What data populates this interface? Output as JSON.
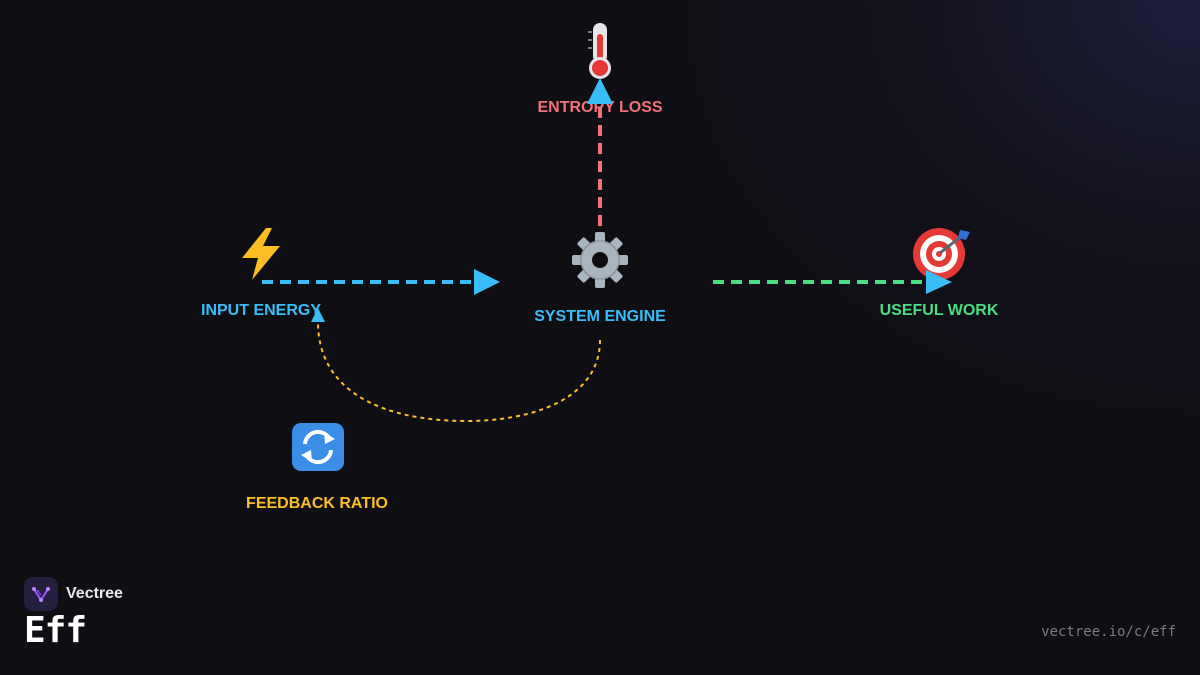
{
  "nodes": {
    "entropy": {
      "label": "ENTROPY LOSS",
      "icon": "thermometer-icon",
      "color": "#f07178"
    },
    "input": {
      "label": "INPUT ENERGY",
      "icon": "lightning-icon",
      "color": "#38bdf8"
    },
    "engine": {
      "label": "SYSTEM ENGINE",
      "icon": "gear-icon",
      "color": "#38bdf8"
    },
    "work": {
      "label": "USEFUL WORK",
      "icon": "target-icon",
      "color": "#4ade80"
    },
    "feedback": {
      "label": "FEEDBACK RATIO",
      "icon": "cycle-icon",
      "color": "#fbbf24"
    }
  },
  "connections": [
    {
      "from": "input",
      "to": "engine",
      "style": "dashed",
      "color": "#38bdf8"
    },
    {
      "from": "engine",
      "to": "entropy",
      "style": "dashed",
      "color": "#f07178"
    },
    {
      "from": "engine",
      "to": "work",
      "style": "dashed",
      "color": "#4ade80"
    },
    {
      "from": "engine",
      "to": "input",
      "style": "dotted-curve",
      "color": "#fbbf24"
    }
  ],
  "brand": {
    "name": "Vectree",
    "logo_icon": "vectree-logo-icon"
  },
  "title": "Eff",
  "url": "vectree.io/c/eff"
}
